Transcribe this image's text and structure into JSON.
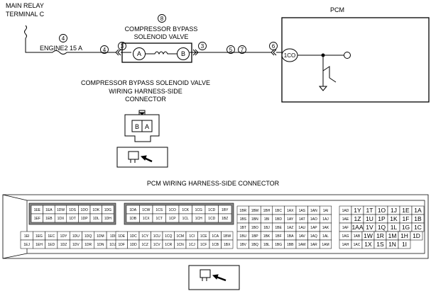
{
  "labels": {
    "main_relay": "MAIN RELAY",
    "terminal_c": "TERMINAL C",
    "pcm": "PCM",
    "fuse_label": "ENGINE2 15 A",
    "valve_title_1": "COMPRESSOR BYPASS",
    "valve_title_2": "SOLENOID VALVE",
    "valve_term_a": "A",
    "valve_term_b": "B",
    "pcm_term": "1CO",
    "harness_1": "COMPRESSOR BYPASS SOLENOID VALVE",
    "harness_2": "WIRING HARNESS-SIDE",
    "harness_3": "CONNECTOR",
    "conn_b": "B",
    "conn_a": "A",
    "pcm_conn_title": "PCM WIRING HARNESS-SIDE CONNECTOR"
  },
  "callouts": {
    "c4a": "4",
    "c4b": "4",
    "c3a": "3",
    "c8": "8",
    "c3b": "3",
    "c5": "5",
    "c7": "7",
    "c6": "6"
  },
  "pcm_connector": {
    "g1": [
      [
        "1EE",
        "1EA",
        "1DW",
        "1DS",
        "1DO",
        "1DK",
        "1DG"
      ],
      [
        "1EF",
        "1EB",
        "1DX",
        "1DT",
        "1DP",
        "1DL",
        "1DH"
      ]
    ],
    "g2": [
      [
        "1DA",
        "1CW",
        "1CS",
        "1CO",
        "1CK",
        "1CG",
        "1CD",
        "1BY"
      ],
      [
        "1DB",
        "1CX",
        "1CT",
        "1CP",
        "1CL",
        "1CH",
        "1CD",
        "1BZ"
      ]
    ],
    "g3": [
      [
        "1EI",
        "1EG",
        "1EC",
        "1DY",
        "1DU",
        "1DQ",
        "1DM",
        "1DI"
      ],
      [
        "1EJ",
        "1EH",
        "1ED",
        "1DZ",
        "1DV",
        "1DR",
        "1DN",
        "1DJ"
      ]
    ],
    "g4": [
      [
        "1DE",
        "1DC",
        "1CY",
        "1CU",
        "1CQ",
        "1CM",
        "1CI",
        "1CE",
        "1CA",
        "1BW"
      ],
      [
        "1DF",
        "1DD",
        "1CZ",
        "1CV",
        "1CR",
        "1CN",
        "1CJ",
        "1CF",
        "1CB",
        "1BX"
      ]
    ],
    "g5": [
      [
        "1BR",
        "1BM",
        "1BH",
        "1BC",
        "1AX",
        "1AS",
        "1AN",
        "1AI"
      ],
      [
        "1BS",
        "1BN",
        "1BI",
        "1BD",
        "1AY",
        "1AT",
        "1AO",
        "1AJ"
      ],
      [
        "1BT",
        "1BO",
        "1BJ",
        "1BE",
        "1AZ",
        "1AU",
        "1AP",
        "1AK"
      ],
      [
        "1BU",
        "1BP",
        "1BK",
        "1BF",
        "1BA",
        "1AV",
        "1AQ",
        "1AL"
      ],
      [
        "1BV",
        "1BQ",
        "1BL",
        "1BG",
        "1BB",
        "1AW",
        "1AR",
        "1AM"
      ]
    ],
    "g6_small": [
      "1AD",
      "1AE",
      "1AF",
      "1AG",
      "1AH"
    ],
    "g6_tiny": [
      "1AB",
      "1AC"
    ],
    "g6_big": [
      [
        "1Y",
        "1T",
        "1O",
        "1J",
        "1E",
        "1A"
      ],
      [
        "1Z",
        "1U",
        "1P",
        "1K",
        "1F",
        "1B"
      ],
      [
        "1AA",
        "1V",
        "1Q",
        "1L",
        "1G",
        "1C"
      ],
      [
        "1W",
        "1R",
        "1M",
        "1H",
        "1D"
      ],
      [
        "1X",
        "1S",
        "1N",
        "1I"
      ]
    ]
  }
}
